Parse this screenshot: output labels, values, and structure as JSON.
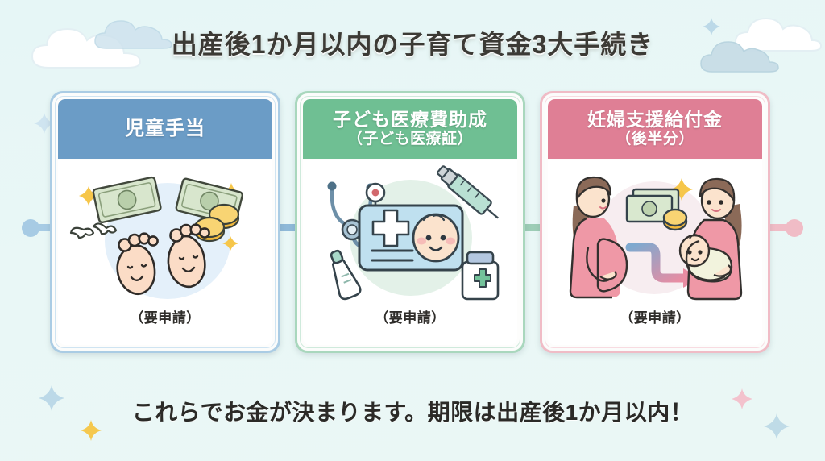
{
  "title": "出産後1か月以内の子育て資金3大手続き",
  "caption": "これらでお金が決まります。期限は出産後1か月以内！",
  "theme": {
    "background": "#e9f7f6",
    "title_color": "#3c3a35",
    "blue": "#6b9cc6",
    "green": "#6fbf93",
    "pink": "#df7f95",
    "blue_frame": "#aacce4",
    "green_frame": "#a9d7bd",
    "pink_frame": "#f0bcc6"
  },
  "cards": [
    {
      "id": "child-allowance",
      "heading": "児童手当",
      "subheading": "",
      "note": "（要申請）",
      "color": "#6b9cc6",
      "illustration": "baby-feet-with-flying-money-icon"
    },
    {
      "id": "child-medical-subsidy",
      "heading": "子ども医療費助成",
      "subheading": "（子ども医療証）",
      "note": "（要申請）",
      "color": "#6fbf93",
      "illustration": "medical-card-with-baby-icon"
    },
    {
      "id": "maternity-support-benefit",
      "heading": "妊婦支援給付金",
      "subheading": "（後半分）",
      "note": "（要申請）",
      "color": "#df7f95",
      "illustration": "pregnant-to-mother-with-money-icon"
    }
  ],
  "decorations": {
    "clouds": [
      "cloud-white-top-left",
      "cloud-blue-top-left",
      "cloud-white-top-right",
      "cloud-blue-top-right"
    ],
    "sparkles": [
      "sparkle-blue-top-left",
      "sparkle-blue-top-right",
      "sparkle-blue-bottom-left",
      "sparkle-gold-bottom-left",
      "sparkle-pink-bottom-right",
      "sparkle-blue-bottom-right"
    ],
    "connectors": [
      "connector-dot-left",
      "connector-rail-1",
      "connector-rail-2",
      "connector-dot-right"
    ]
  }
}
